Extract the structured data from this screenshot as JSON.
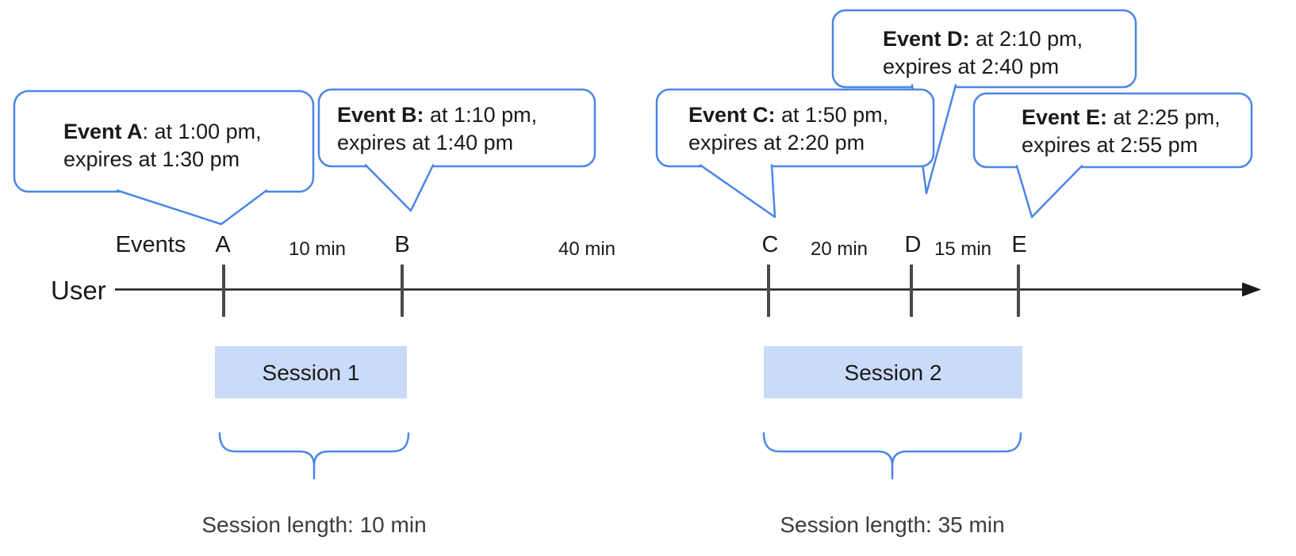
{
  "colors": {
    "accent_blue": "#4a86e8",
    "session_fill": "#c9dbf8",
    "tick_gray": "#4a4a4a",
    "text_dark": "#1a1a1a"
  },
  "callouts": [
    {
      "bold": "Event A",
      "rest": ": at 1:00 pm,",
      "line2": "expires at 1:30 pm"
    },
    {
      "bold": "Event B:",
      "rest": " at 1:10 pm,",
      "line2": "expires at 1:40 pm"
    },
    {
      "bold": "Event C:",
      "rest": " at 1:50 pm,",
      "line2": "expires at 2:20 pm"
    },
    {
      "bold": "Event D:",
      "rest": " at 2:10 pm,",
      "line2": "expires at 2:40 pm"
    },
    {
      "bold": "Event E:",
      "rest": " at 2:25 pm,",
      "line2": "expires at 2:55 pm"
    }
  ],
  "timeline": {
    "events_label": "Events",
    "user_label": "User",
    "event_marks": [
      "A",
      "B",
      "C",
      "D",
      "E"
    ],
    "durations": [
      "10 min",
      "40 min",
      "20 min",
      "15 min"
    ]
  },
  "sessions": [
    {
      "label": "Session 1",
      "length_label": "Session length: 10 min"
    },
    {
      "label": "Session 2",
      "length_label": "Session length: 35 min"
    }
  ]
}
